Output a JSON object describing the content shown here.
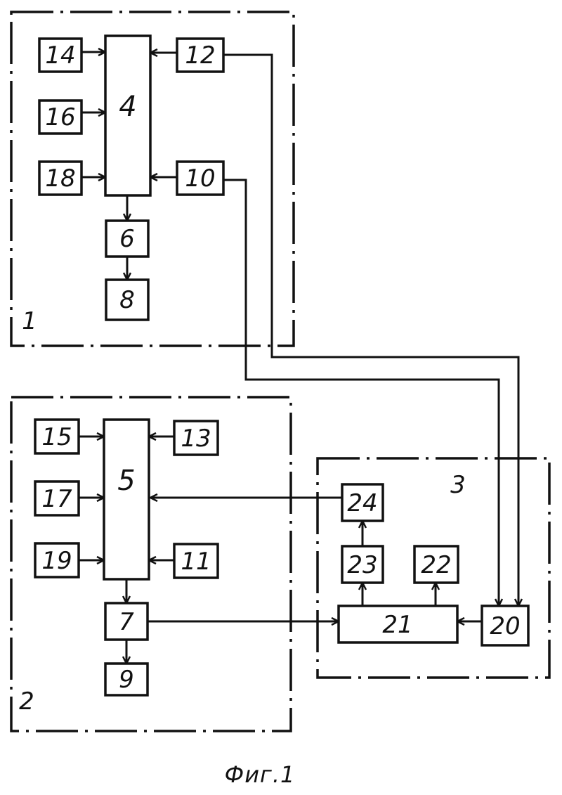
{
  "groups": [
    {
      "id": "g1",
      "label": "1"
    },
    {
      "id": "g2",
      "label": "2"
    },
    {
      "id": "g3",
      "label": "3"
    }
  ],
  "blocks": {
    "b4": "4",
    "b5": "5",
    "b6": "6",
    "b7": "7",
    "b8": "8",
    "b9": "9",
    "b10": "10",
    "b11": "11",
    "b12": "12",
    "b13": "13",
    "b14": "14",
    "b15": "15",
    "b16": "16",
    "b17": "17",
    "b18": "18",
    "b19": "19",
    "b20": "20",
    "b21": "21",
    "b22": "22",
    "b23": "23",
    "b24": "24"
  },
  "caption": "Фиг.1",
  "colors": {
    "ink": "#111111",
    "paper": "#ffffff"
  }
}
